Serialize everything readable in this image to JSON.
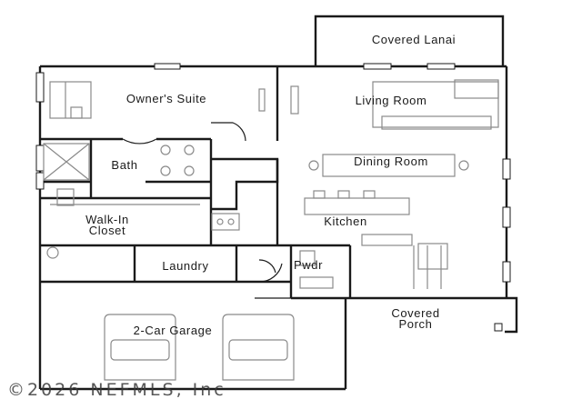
{
  "rooms": {
    "covered_lanai": "Covered Lanai",
    "owners_suite": "Owner's Suite",
    "living_room": "Living Room",
    "bath": "Bath",
    "dining_room": "Dining Room",
    "walk_in_closet_line1": "Walk-In",
    "walk_in_closet_line2": "Closet",
    "kitchen": "Kitchen",
    "laundry": "Laundry",
    "powder": "Pwdr",
    "covered_porch_line1": "Covered",
    "covered_porch_line2": "Porch",
    "garage": "2-Car Garage"
  },
  "watermark": "©2026 NEFMLS, Inc",
  "colors": {
    "wall": "#1a1a1a",
    "fixture": "#8a8a8a",
    "background": "#ffffff"
  }
}
